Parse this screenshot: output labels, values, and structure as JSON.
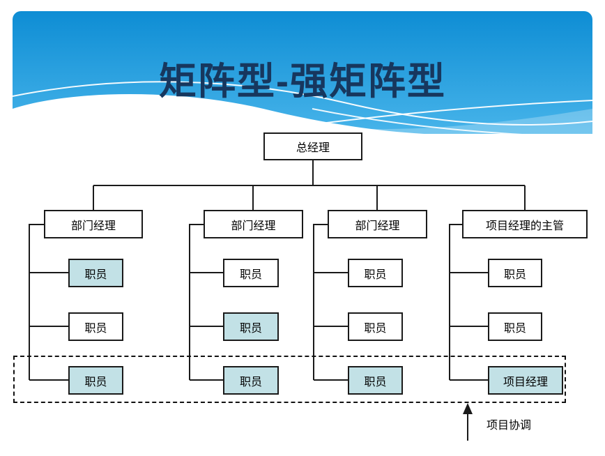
{
  "title": "矩阵型-强矩阵型",
  "colors": {
    "header_top": "#0e8dd4",
    "header_bottom": "#47b4ea",
    "title_color": "#17375e",
    "highlight": "#c2e1e6",
    "line": "#1a1a1a"
  },
  "org_chart": {
    "root": "总经理",
    "columns": [
      {
        "manager": "部门经理",
        "staff": [
          "职员",
          "职员",
          "职员"
        ],
        "highlighted": [
          true,
          false,
          true
        ]
      },
      {
        "manager": "部门经理",
        "staff": [
          "职员",
          "职员",
          "职员"
        ],
        "highlighted": [
          false,
          true,
          true
        ]
      },
      {
        "manager": "部门经理",
        "staff": [
          "职员",
          "职员",
          "职员"
        ],
        "highlighted": [
          false,
          false,
          true
        ]
      },
      {
        "manager": "项目经理的主管",
        "staff": [
          "职员",
          "职员",
          "项目经理"
        ],
        "highlighted": [
          false,
          false,
          true
        ]
      }
    ],
    "coordination_label": "项目协调"
  }
}
